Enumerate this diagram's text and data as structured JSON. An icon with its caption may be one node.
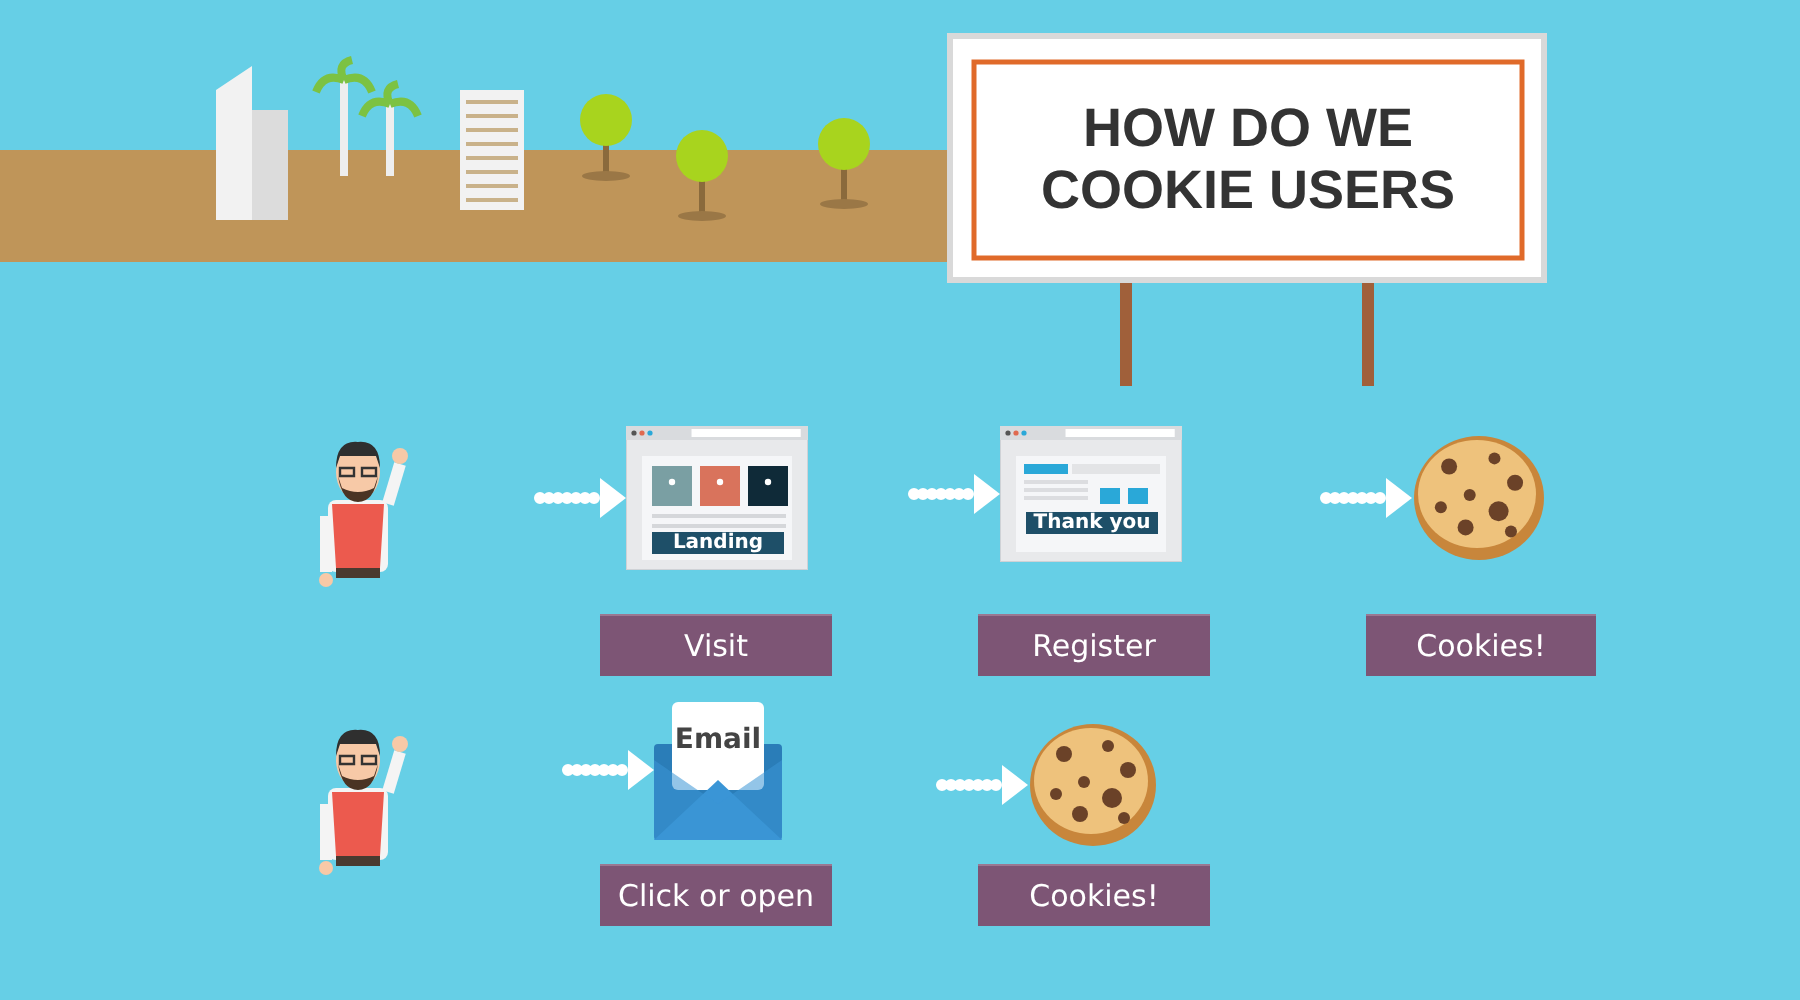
{
  "diagram": {
    "title": "HOW DO WE COOKIE USERS",
    "nodes": [
      {
        "text": [],
        "shape": "person"
      },
      {
        "text": [
          "Landing"
        ],
        "beside": [
          "Visit"
        ]
      },
      {
        "text": [
          "Thank you"
        ],
        "beside": [
          "Register"
        ]
      },
      {
        "text": [],
        "shape": "picture",
        "beside": [
          "Cookies!"
        ]
      },
      {
        "text": [],
        "shape": "person"
      },
      {
        "text": [
          "Email"
        ],
        "beside": [
          "Click or open"
        ]
      },
      {
        "text": [],
        "shape": "picture",
        "beside": [
          "Cookies!"
        ]
      }
    ],
    "edges": [
      {
        "from": 0,
        "to": 1,
        "arrow": "to",
        "style": "dashed"
      },
      {
        "from": 1,
        "to": 2,
        "arrow": "to",
        "style": "dashed"
      },
      {
        "from": 2,
        "to": 3,
        "arrow": "to",
        "style": "dashed"
      },
      {
        "from": 4,
        "to": 5,
        "arrow": "to",
        "style": "dashed"
      },
      {
        "from": 5,
        "to": 6,
        "arrow": "to",
        "style": "dashed"
      }
    ]
  }
}
